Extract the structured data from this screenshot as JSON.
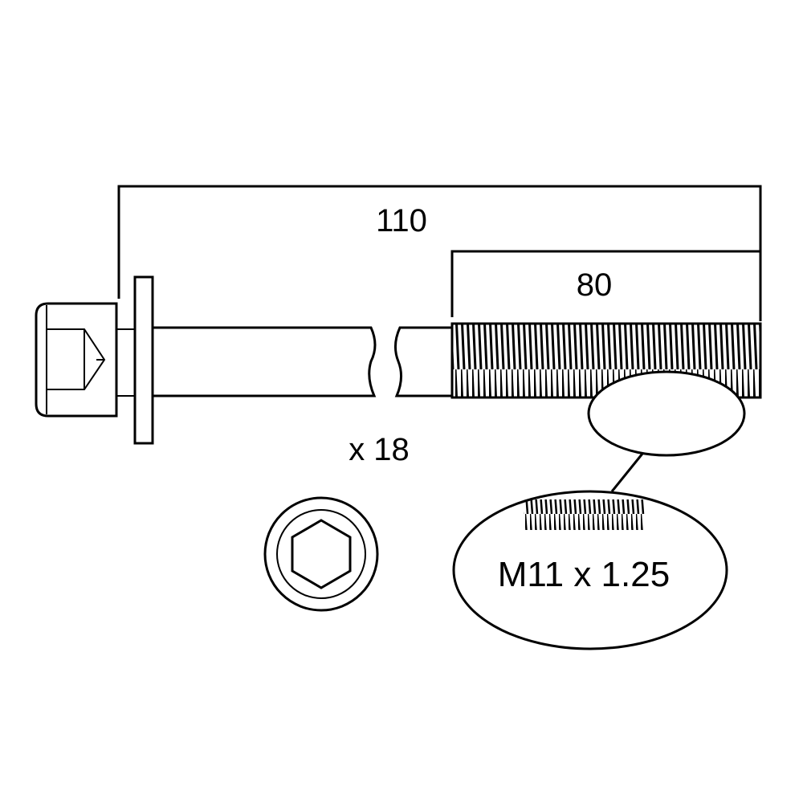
{
  "dimensions": {
    "overall_length": "110",
    "thread_length": "80"
  },
  "quantity": "x 18",
  "thread_spec": "M11 x 1.25",
  "colors": {
    "stroke": "#000000",
    "fill": "#ffffff"
  }
}
